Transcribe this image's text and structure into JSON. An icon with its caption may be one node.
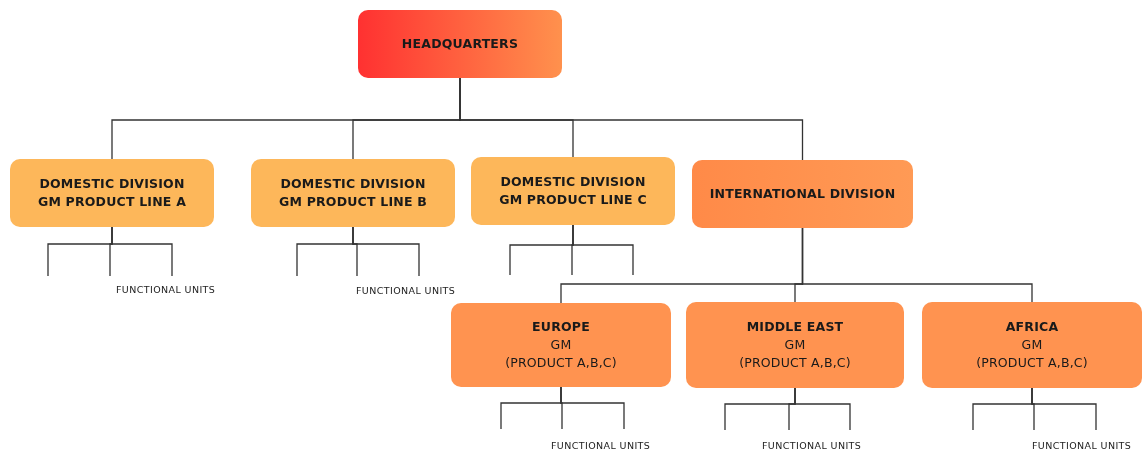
{
  "diagram": {
    "nodes": [
      {
        "text": [
          "HEADQUARTERS"
        ]
      },
      {
        "text": [
          "DOMESTIC DIVISION",
          "GM PRODUCT LINE A"
        ]
      },
      {
        "text": [
          "DOMESTIC DIVISION",
          "GM PRODUCT LINE B"
        ]
      },
      {
        "text": [
          "DOMESTIC DIVISION",
          "GM PRODUCT LINE C"
        ]
      },
      {
        "text": [
          "INTERNATIONAL DIVISION"
        ]
      },
      {
        "text": [
          "EUROPE",
          "GM",
          "(PRODUCT A,B,C)"
        ]
      },
      {
        "text": [
          "MIDDLE EAST",
          "GM",
          "(PRODUCT A,B,C)"
        ]
      },
      {
        "text": [
          "AFRICA",
          "GM",
          "(PRODUCT A,B,C)"
        ]
      }
    ],
    "edges": [
      {
        "from": 0,
        "to": 1,
        "arrow": "none"
      },
      {
        "from": 0,
        "to": 2,
        "arrow": "none"
      },
      {
        "from": 0,
        "to": 3,
        "arrow": "none"
      },
      {
        "from": 0,
        "to": 4,
        "arrow": "none"
      },
      {
        "from": 1,
        "to": null,
        "arrow": "none"
      },
      {
        "from": 1,
        "to": null,
        "arrow": "none"
      },
      {
        "from": 1,
        "to": null,
        "arrow": "none"
      },
      {
        "from": 2,
        "to": null,
        "arrow": "none"
      },
      {
        "from": 2,
        "to": null,
        "arrow": "none"
      },
      {
        "from": 2,
        "to": null,
        "arrow": "none"
      },
      {
        "from": 3,
        "to": null,
        "arrow": "none"
      },
      {
        "from": 3,
        "to": null,
        "arrow": "none"
      },
      {
        "from": 3,
        "to": null,
        "arrow": "none"
      },
      {
        "from": 4,
        "to": 5,
        "arrow": "none"
      },
      {
        "from": 4,
        "to": 6,
        "arrow": "none"
      },
      {
        "from": 4,
        "to": 7,
        "arrow": "none"
      },
      {
        "from": 5,
        "to": null,
        "arrow": "none"
      },
      {
        "from": 5,
        "to": null,
        "arrow": "none"
      },
      {
        "from": 5,
        "to": null,
        "arrow": "none"
      },
      {
        "from": 6,
        "to": null,
        "arrow": "none"
      },
      {
        "from": 6,
        "to": null,
        "arrow": "none"
      },
      {
        "from": 6,
        "to": null,
        "arrow": "none"
      },
      {
        "from": 7,
        "to": null,
        "arrow": "none"
      },
      {
        "from": 7,
        "to": null,
        "arrow": "none"
      },
      {
        "from": 7,
        "to": null,
        "arrow": "none"
      }
    ],
    "labels": [
      "FUNCTIONAL UNITS",
      "FUNCTIONAL UNITS",
      "FUNCTIONAL UNITS",
      "FUNCTIONAL UNITS",
      "FUNCTIONAL UNITS"
    ]
  }
}
